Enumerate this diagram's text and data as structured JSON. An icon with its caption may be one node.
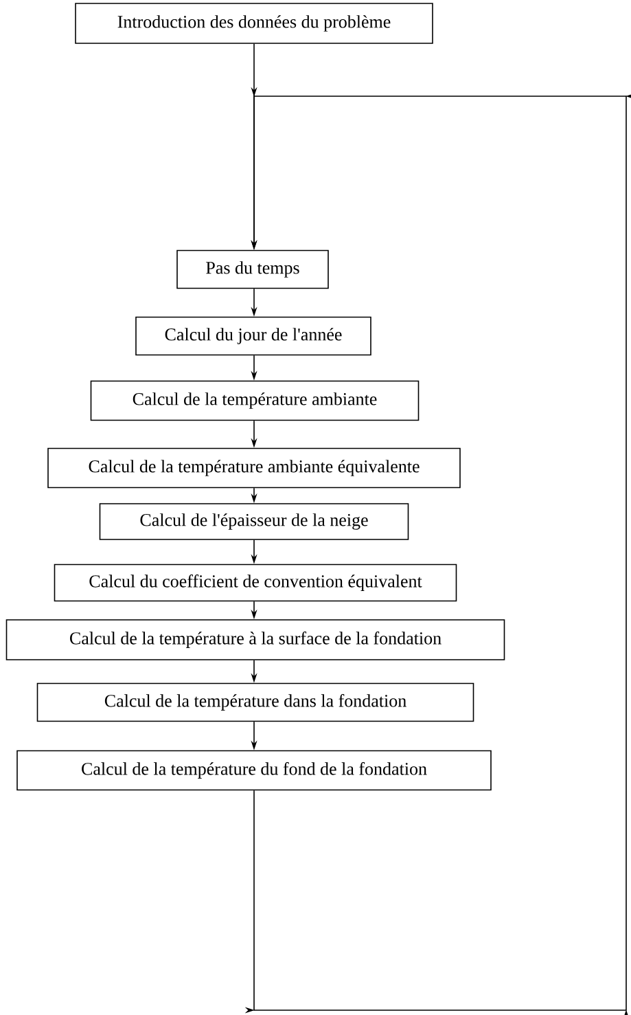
{
  "diagram": {
    "nodes": [
      {
        "text": [
          "Introduction des données du problème"
        ]
      },
      {
        "text": [
          "Pas du temps"
        ]
      },
      {
        "text": [
          "Calcul du jour de l'année"
        ]
      },
      {
        "text": [
          "Calcul de la température ambiante"
        ]
      },
      {
        "text": [
          "Calcul de la température ambiante équivalente"
        ]
      },
      {
        "text": [
          "Calcul de l'épaisseur de la neige"
        ]
      },
      {
        "text": [
          "Calcul du coefficient de convention équivalent"
        ]
      },
      {
        "text": [
          "Calcul de la température à la surface de la fondation"
        ]
      },
      {
        "text": [
          "Calcul de la température dans la fondation"
        ]
      },
      {
        "text": [
          "Calcul de la température du fond de la fondation"
        ]
      }
    ],
    "edges": [
      {
        "from": 0,
        "to": 1,
        "arrow": "to"
      },
      {
        "from": 1,
        "to": 2,
        "arrow": "to"
      },
      {
        "from": 2,
        "to": 3,
        "arrow": "to"
      },
      {
        "from": 3,
        "to": 4,
        "arrow": "to"
      },
      {
        "from": 4,
        "to": 5,
        "arrow": "to"
      },
      {
        "from": 5,
        "to": 6,
        "arrow": "to"
      },
      {
        "from": 6,
        "to": 7,
        "arrow": "to"
      },
      {
        "from": 7,
        "to": 8,
        "arrow": "to"
      },
      {
        "from": 8,
        "to": 9,
        "arrow": "to"
      },
      {
        "from": 9,
        "to": 1,
        "arrow": "to"
      }
    ]
  }
}
